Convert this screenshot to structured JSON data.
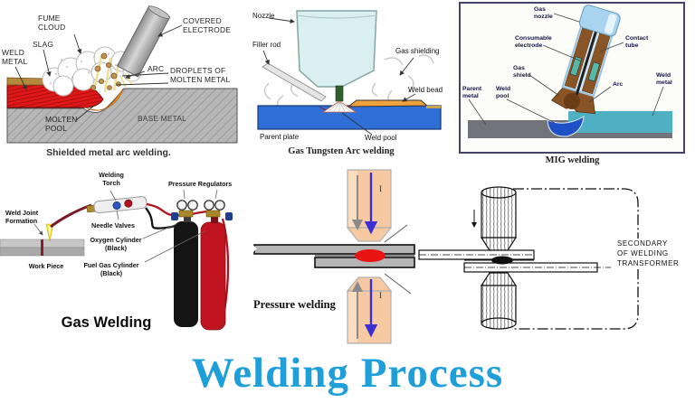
{
  "title": {
    "text": "Welding Process",
    "color": "#1f9fd9"
  },
  "panels": {
    "smaw": {
      "caption": "Shielded metal arc welding.",
      "labels": {
        "fume_cloud": "FUME\nCLOUD",
        "covered_electrode": "COVERED\nELECTRODE",
        "slag": "SLAG",
        "weld_metal": "WELD\nMETAL",
        "arc": "ARC",
        "droplets": "DROPLETS OF\nMOLTEN METAL",
        "molten_pool": "MOLTEN\nPOOL",
        "base_metal": "BASE METAL"
      },
      "colors": {
        "weld_metal": "#e01818",
        "slag": "#b5893c",
        "molten_pool": "#f59022",
        "base_metal": "#b7b7b7"
      }
    },
    "gtaw": {
      "caption": "Gas Tungsten Arc welding",
      "labels": {
        "nozzle": "Nozzle",
        "filler_rod": "Filler rod",
        "gas_shielding": "Gas shielding",
        "weld_bead": "Weld bead",
        "parent_plate": "Parent plate",
        "weld_pool": "Weld pool"
      },
      "colors": {
        "plate": "#2e6fd8",
        "bead": "#efa23b",
        "pool": "#d42020",
        "nozzle": "#d9eff0"
      }
    },
    "mig": {
      "caption": "MIG welding",
      "labels": {
        "gas_nozzle": "Gas\nnozzle",
        "consumable_electrode": "Consumable\nelectrode",
        "contact_tube": "Contact\ntube",
        "gas_shield": "Gas\nshield",
        "parent_metal": "Parent\nmetal",
        "weld_pool": "Weld\npool",
        "arc": "Arc",
        "weld_metal": "Weld\nmetal"
      },
      "colors": {
        "weld_metal": "#4fb0c4",
        "parent_metal": "#73737b",
        "pool": "#2050c8",
        "torch": "#8a5526"
      }
    },
    "gas": {
      "title": "Gas Welding",
      "labels": {
        "welding_torch": "Welding\nTorch",
        "pressure_regulators": "Pressure Regulators",
        "weld_joint": "Weld Joint\nFormation",
        "needle_valves": "Needle Valves",
        "oxygen_cylinder": "Oxygen Cylinder\n(Black)",
        "fuel_cylinder": "Fuel Gas Cylinder\n(Black)",
        "work_piece": "Work Piece"
      },
      "colors": {
        "oxygen_cylinder": "#141414",
        "fuel_cylinder": "#bf1420"
      }
    },
    "pressure": {
      "label": "Pressure welding",
      "current_top": "I",
      "current_bottom": "I",
      "colors": {
        "electrode": "#f6c9a2",
        "nugget": "#e81414",
        "current_arrow": "#3b2fd4"
      }
    },
    "spot": {
      "secondary": "SECONDARY\nOF WELDING\nTRANSFORMER"
    }
  }
}
